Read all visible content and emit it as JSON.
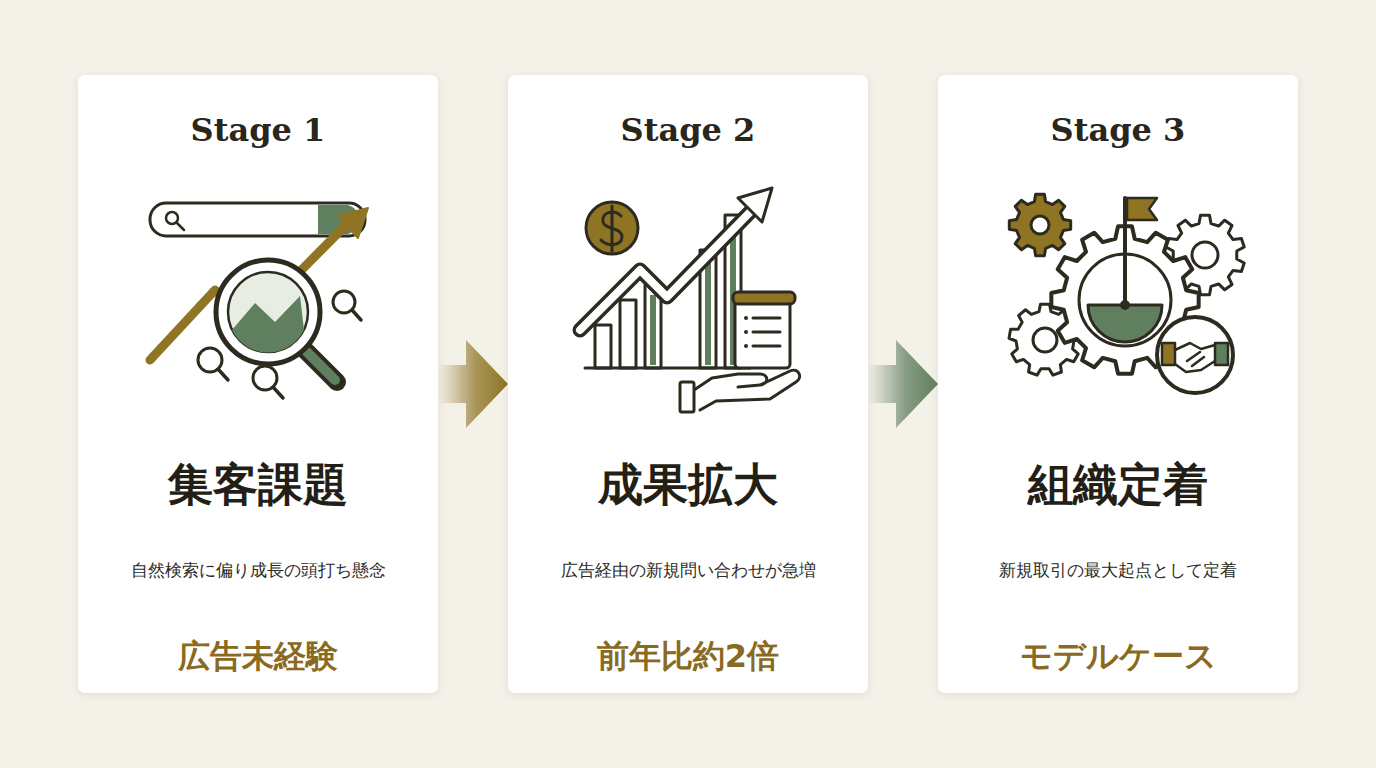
{
  "diagram": {
    "nodes": [
      {
        "text": [
          "Stage 1",
          "集客課題",
          "自然検索に偏り成長の頭打ち懸念",
          "広告未経験"
        ]
      },
      {
        "text": [
          "Stage 2",
          "成果拡大",
          "広告経由の新規問い合わせが急増",
          "前年比約2倍"
        ]
      },
      {
        "text": [
          "Stage 3",
          "組織定着",
          "新規取引の最大起点として定着",
          "モデルケース"
        ]
      }
    ],
    "edges": [
      {
        "from": 0,
        "to": 1,
        "arrow": "to"
      },
      {
        "from": 1,
        "to": 2,
        "arrow": "to"
      }
    ]
  }
}
